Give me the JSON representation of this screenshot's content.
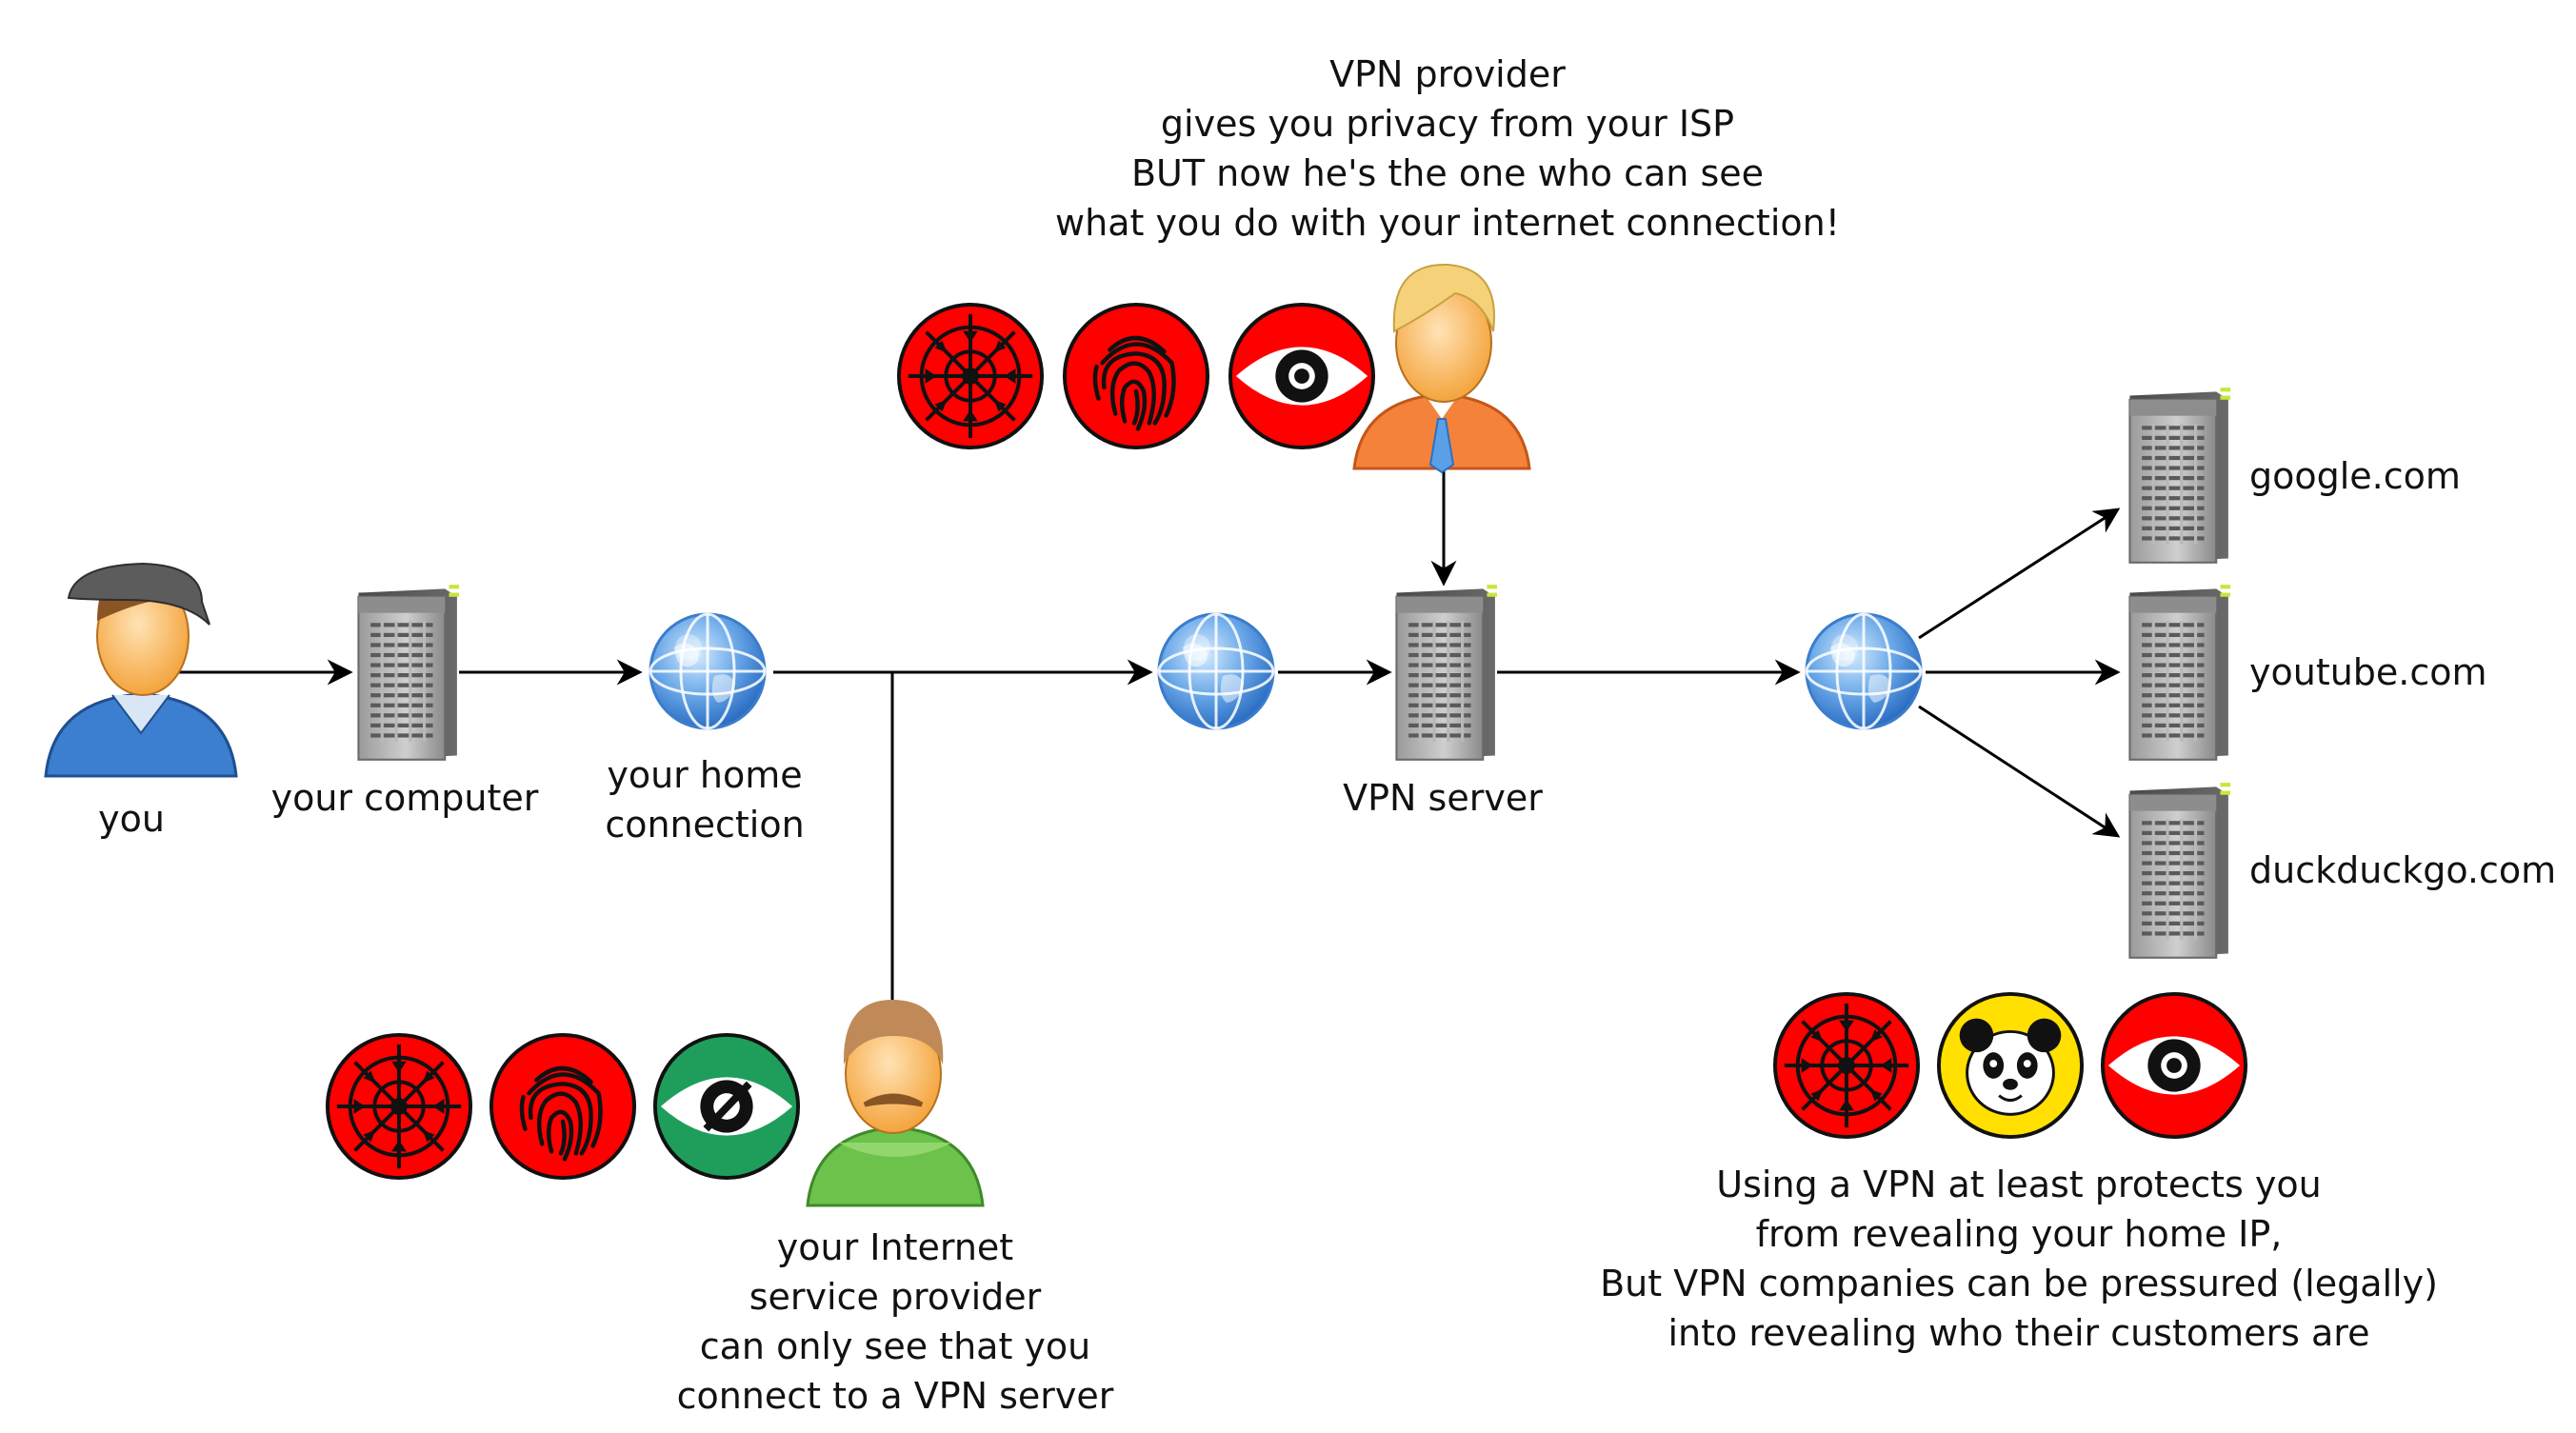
{
  "nodes": {
    "you": "you",
    "computer": "your computer",
    "home": [
      "your home",
      "connection"
    ],
    "vpn_server": "VPN server",
    "sites": [
      "google.com",
      "youtube.com",
      "duckduckgo.com"
    ]
  },
  "notes": {
    "vpn_provider": [
      "VPN provider",
      "gives you privacy from your ISP",
      "BUT now he's the one who can see",
      "what you do with your internet connection!"
    ],
    "isp": [
      "your Internet",
      "service provider",
      "can only see that you",
      "connect to a VPN server"
    ],
    "sites": [
      "Using a VPN at least protects you",
      "from revealing your home IP,",
      "But VPN companies can be pressured (legally)",
      "into revealing who their customers are"
    ]
  },
  "icons": {
    "vpn_provider_row": [
      "location-tracking-icon",
      "fingerprint-icon",
      "eye-icon"
    ],
    "isp_row": [
      "location-tracking-icon",
      "fingerprint-icon",
      "eye-blocked-icon"
    ],
    "sites_row": [
      "location-tracking-icon",
      "panda-mask-icon",
      "eye-icon"
    ]
  },
  "colors": {
    "danger_red": "#ff0000",
    "safe_green": "#1e9e5a",
    "anon_yellow": "#ffe000",
    "globe_blue": "#5aa0e6",
    "server_gray": "#7a7a7a"
  }
}
